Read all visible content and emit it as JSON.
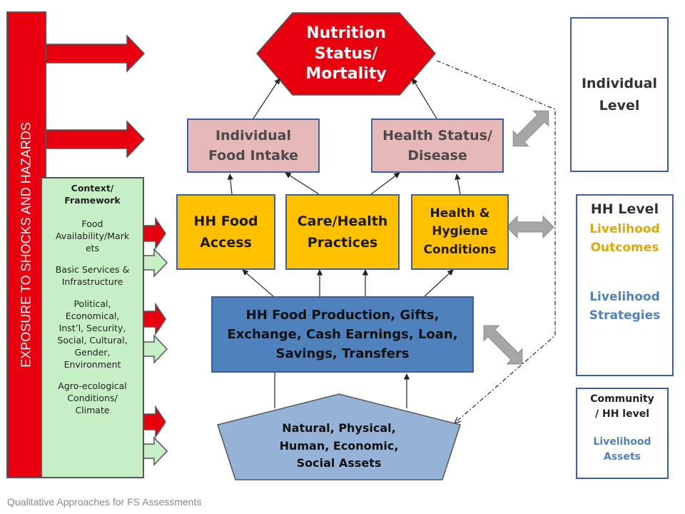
{
  "exposure_label": "EXPOSURE TO SHOCKS AND HAZARDS",
  "context": {
    "title": "Context/\nFramework",
    "items": [
      "Food\nAvailability/Mark\nets",
      "Basic Services &\nInfrastructure",
      "Political,\nEconomical,\nInst’l, Security,\nSocial, Cultural,\nGender,\nEnvironment",
      "Agro-ecological\nConditions/\nClimate"
    ]
  },
  "nodes": {
    "nutrition": "Nutrition\nStatus/\nMortality",
    "food_intake": "Individual\nFood Intake",
    "health_status": "Health Status/\nDisease",
    "food_access": "HH Food\nAccess",
    "care_practices": "Care/Health\nPractices",
    "hygiene": "Health &\nHygiene\nConditions",
    "production": "HH Food Production, Gifts,\nExchange, Cash Earnings, Loan,\nSavings, Transfers",
    "assets": "Natural, Physical,\nHuman, Economic,\nSocial Assets"
  },
  "levels": {
    "individual": "Individual\nLevel",
    "hh_title": "HH Level",
    "hh_outcomes": "Livelihood\nOutcomes",
    "hh_strategies": "Livelihood\nStrategies",
    "community_title": "Community\n/ HH level",
    "community_assets": "Livelihood\nAssets"
  },
  "footer": "Qualitative Approaches for FS Assessments",
  "colors": {
    "red": "#e8000f",
    "green": "#c6efc6",
    "pink": "#e6b9b8",
    "gold": "#ffc000",
    "blue": "#4f81bd",
    "light_blue": "#95b3d7",
    "gray_arrow": "#a6a6a6",
    "outcome_gold": "#e0a800",
    "strategy_blue": "#4f81bd"
  }
}
